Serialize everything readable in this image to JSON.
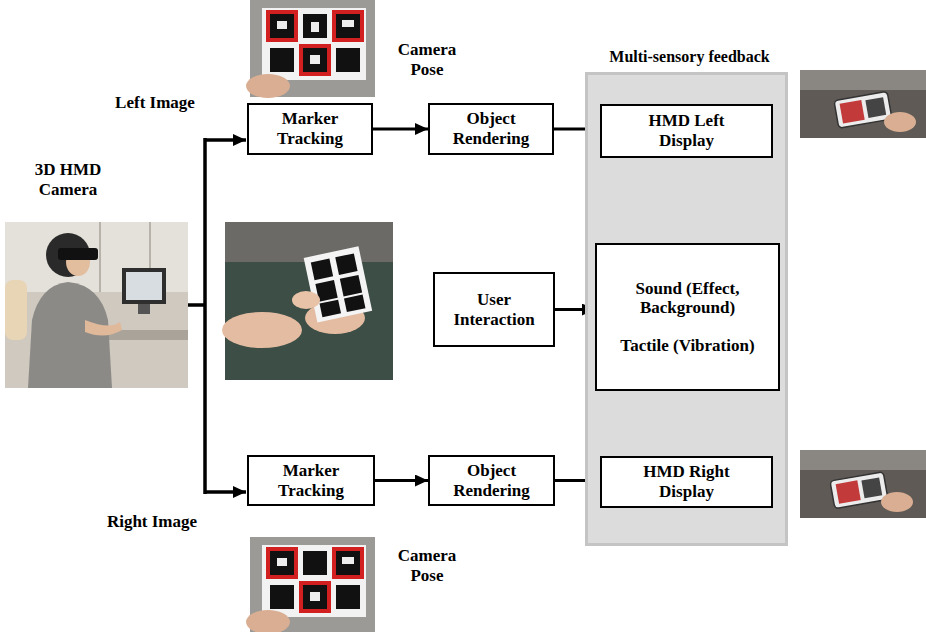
{
  "diagram": {
    "nodes": [
      {
        "text": [
          "Marker Tracking"
        ]
      },
      {
        "text": [
          "Object Rendering"
        ]
      },
      {
        "text": [
          "Multi-sensory feedback"
        ]
      },
      {
        "text": [
          "HMD Left Display"
        ],
        "in": 2
      },
      {
        "text": [
          "User Interaction"
        ]
      },
      {
        "text": [
          "Sound (Effect, Background)",
          "Tactile (Vibration)"
        ],
        "in": 2
      },
      {
        "text": [
          "Marker Tracking"
        ]
      },
      {
        "text": [
          "Object Rendering"
        ]
      },
      {
        "text": [
          "HMD Right Display"
        ],
        "in": 2
      }
    ],
    "edges": [
      {
        "from": 0,
        "to": 1,
        "arrow": "to"
      },
      {
        "from": 1,
        "to": 3,
        "arrow": "to"
      },
      {
        "from": 4,
        "to": 5,
        "arrow": "to"
      },
      {
        "from": 6,
        "to": 7,
        "arrow": "to"
      },
      {
        "from": 7,
        "to": 8,
        "arrow": "to"
      }
    ],
    "labels": [
      "Left Image",
      "Camera Pose",
      "3D HMD Camera",
      "Right Image",
      "Camera Pose"
    ]
  }
}
